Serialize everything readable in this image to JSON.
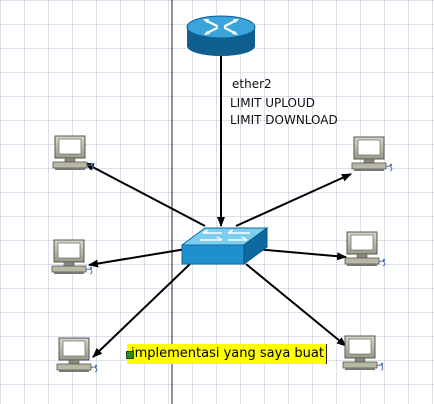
{
  "interface_label": "ether2",
  "limit_upload": "LIMIT UPLOUD",
  "limit_download": "LIMIT DOWNLOAD",
  "note": "implementasi yang saya buat",
  "colors": {
    "router_blue": "#1a86c0",
    "switch_blue": "#1e90d0",
    "note_bg": "#ffff00",
    "arrow": "#000000",
    "grid": "#c8d2e0"
  }
}
